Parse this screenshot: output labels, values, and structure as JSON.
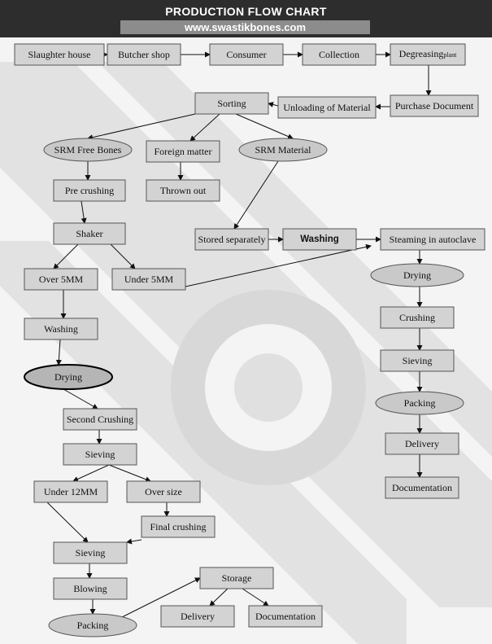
{
  "header": {
    "title": "PRODUCTION FLOW CHART",
    "website": "www.swastikbones.com"
  },
  "diagram": {
    "nodes": [
      {
        "id": "slaughter",
        "label": "Slaughter house",
        "shape": "rect"
      },
      {
        "id": "butcher",
        "label": "Butcher shop",
        "shape": "rect"
      },
      {
        "id": "consumer",
        "label": "Consumer",
        "shape": "rect"
      },
      {
        "id": "collection",
        "label": "Collection",
        "shape": "rect"
      },
      {
        "id": "degreasing",
        "label": "Degreasing",
        "suffix": "plant",
        "shape": "rect"
      },
      {
        "id": "purchase",
        "label": "Purchase Document",
        "shape": "rect"
      },
      {
        "id": "unloading",
        "label": "Unloading of Material",
        "shape": "rect"
      },
      {
        "id": "sorting",
        "label": "Sorting",
        "shape": "rect"
      },
      {
        "id": "srm_free",
        "label": "SRM Free Bones",
        "shape": "ellipse"
      },
      {
        "id": "foreign",
        "label": "Foreign matter",
        "shape": "rect"
      },
      {
        "id": "srm_mat",
        "label": "SRM Material",
        "shape": "ellipse"
      },
      {
        "id": "precrush",
        "label": "Pre crushing",
        "shape": "rect"
      },
      {
        "id": "thrown",
        "label": "Thrown out",
        "shape": "rect"
      },
      {
        "id": "shaker",
        "label": "Shaker",
        "shape": "rect"
      },
      {
        "id": "stored",
        "label": "Stored separately",
        "shape": "rect"
      },
      {
        "id": "washing_r",
        "label": "Washing",
        "shape": "rect",
        "bold": true
      },
      {
        "id": "steaming",
        "label": "Steaming in autoclave",
        "shape": "rect"
      },
      {
        "id": "over5",
        "label": "Over 5MM",
        "shape": "rect"
      },
      {
        "id": "under5",
        "label": "Under 5MM",
        "shape": "rect"
      },
      {
        "id": "drying_r",
        "label": "Drying",
        "shape": "ellipse"
      },
      {
        "id": "washing_l",
        "label": "Washing",
        "shape": "rect"
      },
      {
        "id": "crushing_r",
        "label": "Crushing",
        "shape": "rect"
      },
      {
        "id": "drying_l",
        "label": "Drying",
        "shape": "ellipse",
        "heavy": true
      },
      {
        "id": "sieving_r",
        "label": "Sieving",
        "shape": "rect"
      },
      {
        "id": "packing_r",
        "label": "Packing",
        "shape": "ellipse"
      },
      {
        "id": "second_crush",
        "label": "Second Crushing",
        "shape": "rect"
      },
      {
        "id": "delivery_r",
        "label": "Delivery",
        "shape": "rect"
      },
      {
        "id": "sieving_l1",
        "label": "Sieving",
        "shape": "rect"
      },
      {
        "id": "documentation_r",
        "label": "Documentation",
        "shape": "rect"
      },
      {
        "id": "under12",
        "label": "Under 12MM",
        "shape": "rect"
      },
      {
        "id": "oversize",
        "label": "Over size",
        "shape": "rect"
      },
      {
        "id": "final_crush",
        "label": "Final crushing",
        "shape": "rect"
      },
      {
        "id": "sieving_l2",
        "label": "Sieving",
        "shape": "rect"
      },
      {
        "id": "blowing",
        "label": "Blowing",
        "shape": "rect"
      },
      {
        "id": "storage",
        "label": "Storage",
        "shape": "rect"
      },
      {
        "id": "packing_l",
        "label": "Packing",
        "shape": "ellipse"
      },
      {
        "id": "delivery_l",
        "label": "Delivery",
        "shape": "rect"
      },
      {
        "id": "documentation_l",
        "label": "Documentation",
        "shape": "rect"
      }
    ],
    "edges": [
      [
        "slaughter",
        "butcher"
      ],
      [
        "butcher",
        "consumer"
      ],
      [
        "consumer",
        "collection"
      ],
      [
        "collection",
        "degreasing"
      ],
      [
        "degreasing",
        "purchase"
      ],
      [
        "purchase",
        "unloading"
      ],
      [
        "unloading",
        "sorting"
      ],
      [
        "sorting",
        "srm_free"
      ],
      [
        "sorting",
        "foreign"
      ],
      [
        "sorting",
        "srm_mat"
      ],
      [
        "srm_free",
        "precrush"
      ],
      [
        "foreign",
        "thrown"
      ],
      [
        "precrush",
        "shaker"
      ],
      [
        "srm_mat",
        "stored"
      ],
      [
        "stored",
        "washing_r"
      ],
      [
        "washing_r",
        "steaming"
      ],
      [
        "shaker",
        "over5"
      ],
      [
        "shaker",
        "under5"
      ],
      [
        "under5",
        "steaming"
      ],
      [
        "over5",
        "washing_l"
      ],
      [
        "washing_l",
        "drying_l"
      ],
      [
        "drying_l",
        "second_crush"
      ],
      [
        "second_crush",
        "sieving_l1"
      ],
      [
        "sieving_l1",
        "under12"
      ],
      [
        "sieving_l1",
        "oversize"
      ],
      [
        "oversize",
        "final_crush"
      ],
      [
        "final_crush",
        "sieving_l2"
      ],
      [
        "under12",
        "sieving_l2"
      ],
      [
        "sieving_l2",
        "blowing"
      ],
      [
        "blowing",
        "packing_l"
      ],
      [
        "packing_l",
        "storage"
      ],
      [
        "storage",
        "delivery_l"
      ],
      [
        "storage",
        "documentation_l"
      ],
      [
        "steaming",
        "drying_r"
      ],
      [
        "drying_r",
        "crushing_r"
      ],
      [
        "crushing_r",
        "sieving_r"
      ],
      [
        "sieving_r",
        "packing_r"
      ],
      [
        "packing_r",
        "delivery_r"
      ],
      [
        "delivery_r",
        "documentation_r"
      ]
    ]
  }
}
